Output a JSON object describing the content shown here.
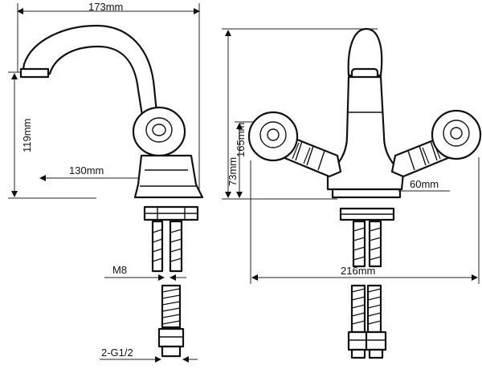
{
  "drawing": {
    "side_view": {
      "width_label": "173mm",
      "height_label": "119mm",
      "reach_label": "130mm",
      "thread_label": "M8",
      "connector_label": "2-G1/2"
    },
    "front_view": {
      "height_label": "165mm",
      "handle_height_label": "73mm",
      "base_label": "60mm",
      "span_label": "216mm"
    },
    "colors": {
      "line": "#111111",
      "background": "#ffffff"
    }
  }
}
